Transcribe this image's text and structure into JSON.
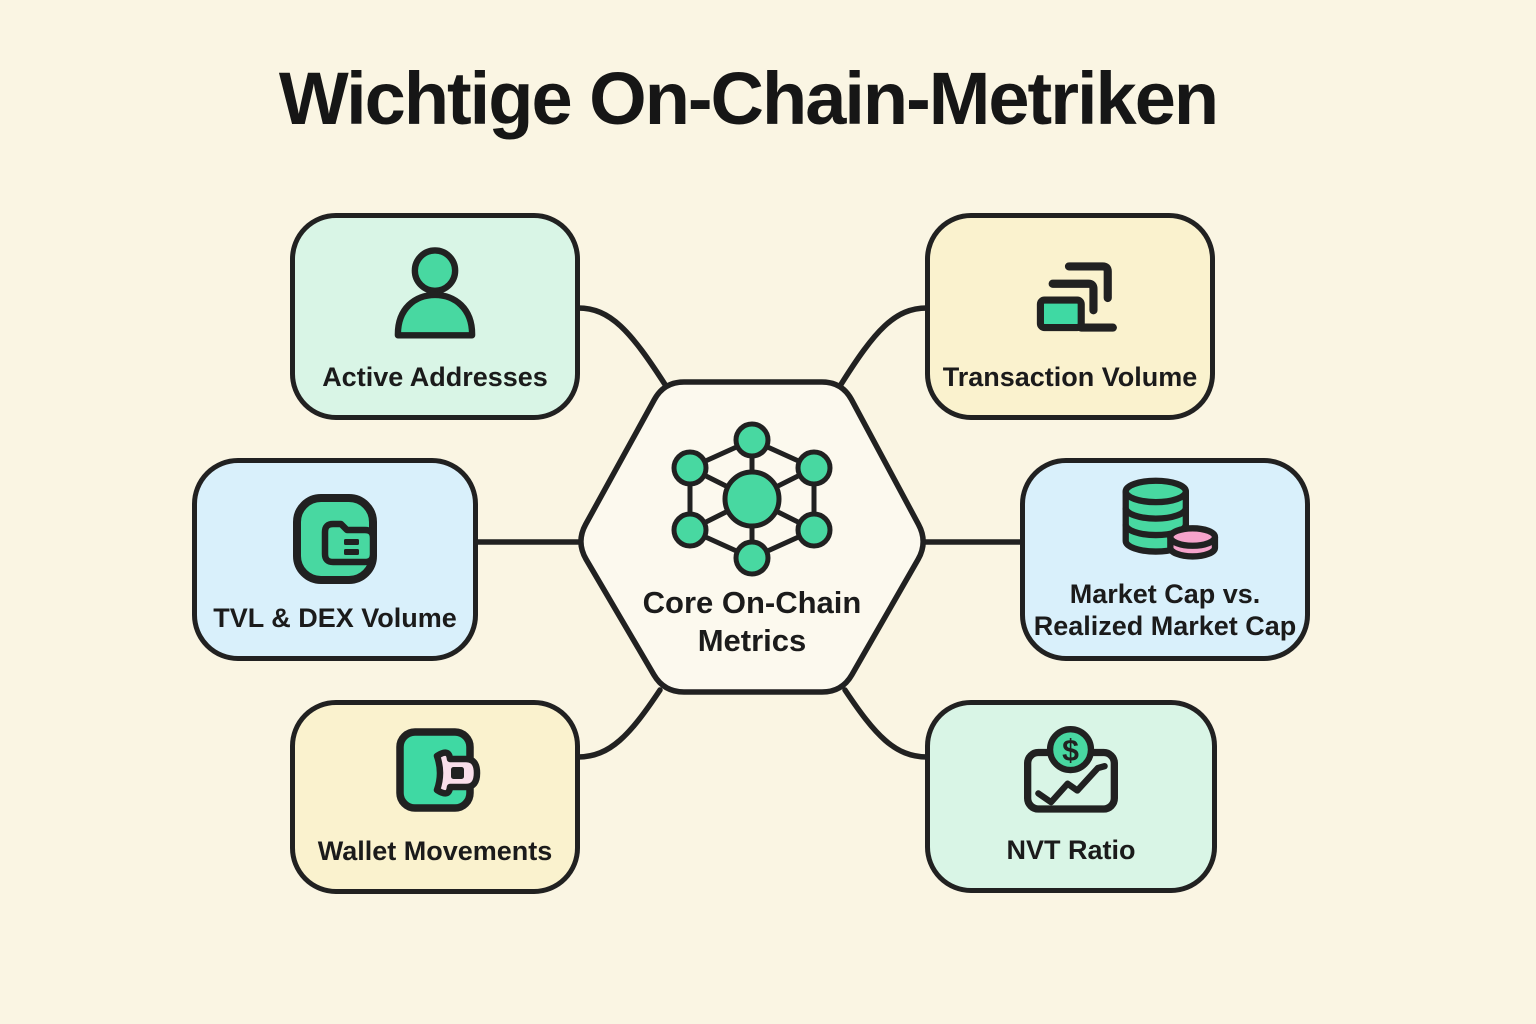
{
  "title": "Wichtige On-Chain-Metriken",
  "center": {
    "label": "Core On-Chain Metrics",
    "icon": "network-icon"
  },
  "nodes": {
    "active_addresses": {
      "label": "Active Addresses",
      "icon": "user-icon",
      "fill": "#D9F5E6"
    },
    "transaction_volume": {
      "label": "Transaction Volume",
      "icon": "stacked-layers-icon",
      "fill": "#FAF2CE"
    },
    "tvl_dex_volume": {
      "label": "TVL & DEX Volume",
      "icon": "wallet-card-icon",
      "fill": "#D9F0FB"
    },
    "market_cap": {
      "label": "Market Cap vs. Realized Market Cap",
      "icon": "coin-stack-icon",
      "fill": "#D9F0FB"
    },
    "wallet_movements": {
      "label": "Wallet Movements",
      "icon": "wallet-ticket-icon",
      "fill": "#FAF2CE"
    },
    "nvt_ratio": {
      "label": "NVT Ratio",
      "icon": "dollar-chart-icon",
      "fill": "#D9F5E6"
    }
  },
  "icons": {
    "dollar_symbol": "$"
  },
  "colors": {
    "background": "#FAF5E3",
    "hexagon_fill": "#FCF9EE",
    "outline": "#212121",
    "accent_green": "#48D8A1",
    "accent_pink": "#F6A3CB",
    "pale_pink": "#F9DEEA",
    "box_green": "#D9F5E6",
    "box_yellow": "#FAF2CE",
    "box_blue": "#D9F0FB",
    "text": "#1B1B1B"
  }
}
